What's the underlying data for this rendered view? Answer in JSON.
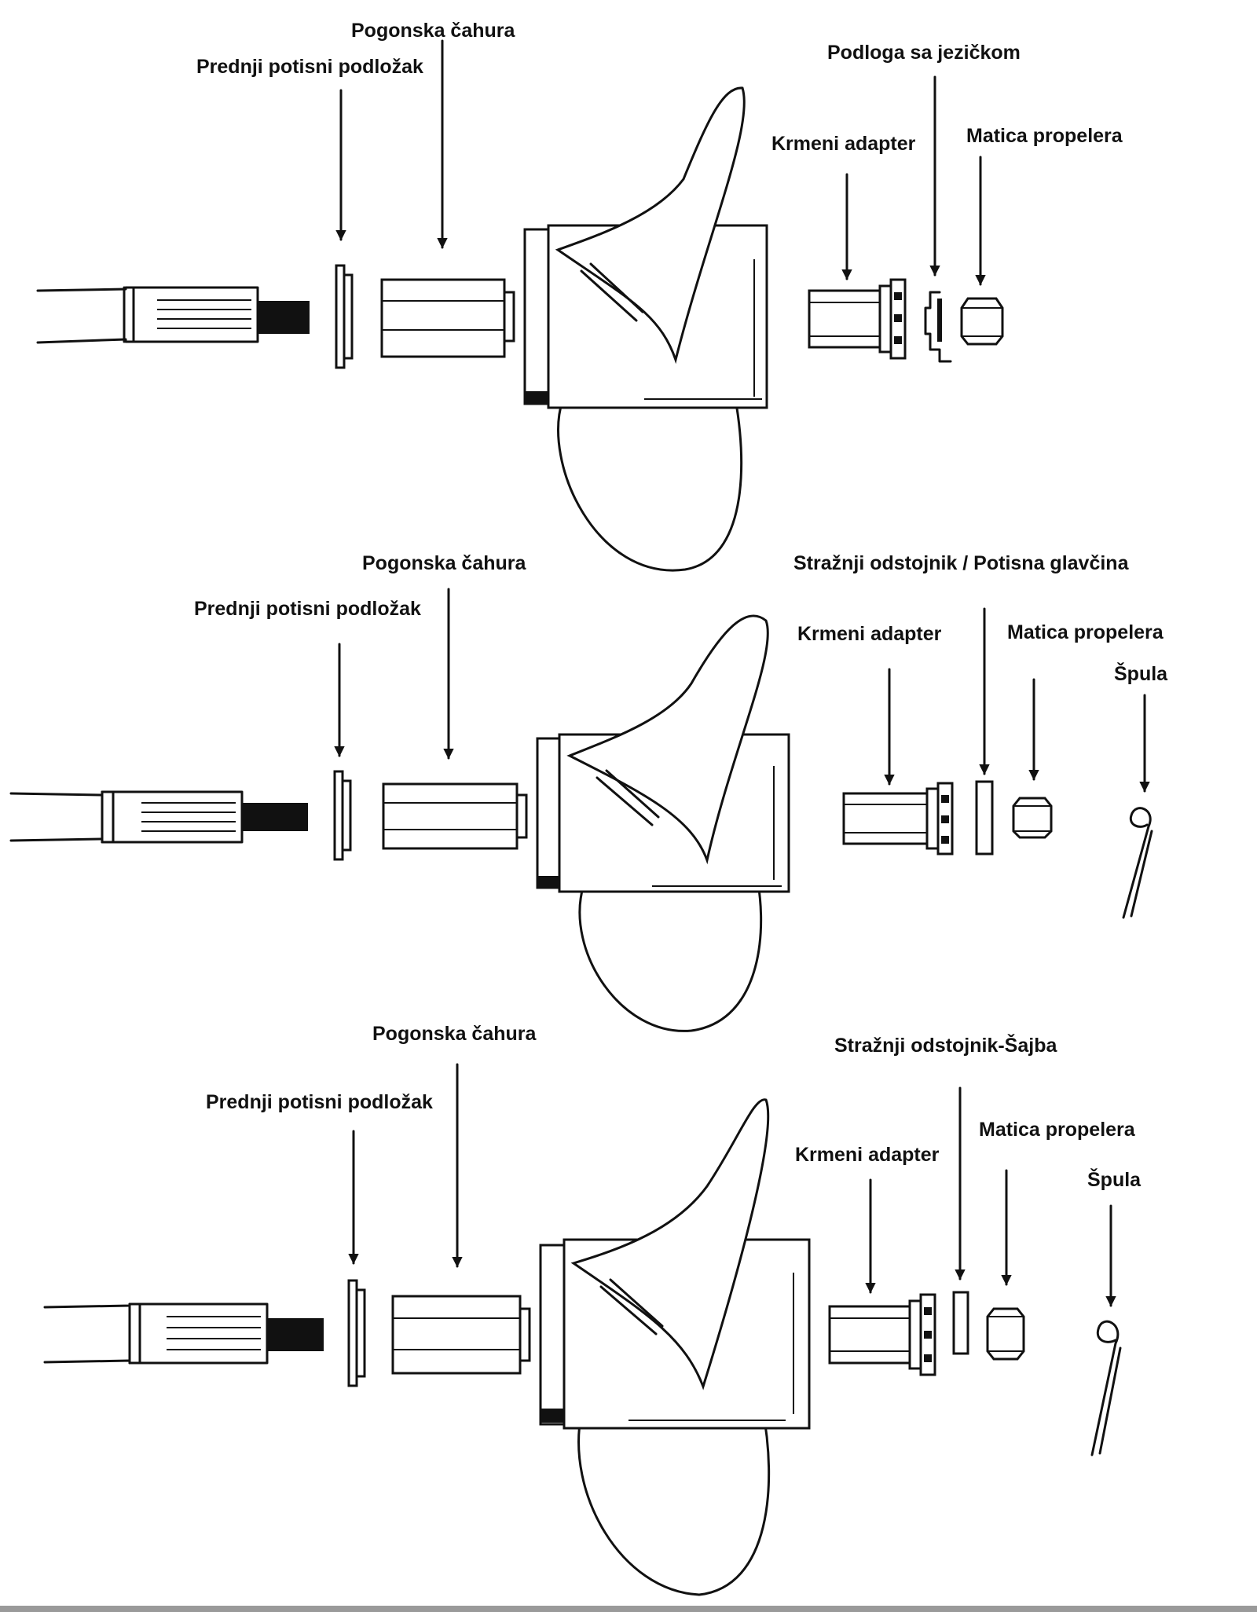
{
  "diagram": {
    "assemblies": [
      {
        "labels": {
          "drive_sleeve": "Pogonska čahura",
          "front_thrust_washer": "Prednji potisni podložak",
          "tab_washer": "Podloga sa jezičkom",
          "aft_adapter": "Krmeni adapter",
          "propeller_nut": "Matica propelera"
        }
      },
      {
        "labels": {
          "drive_sleeve": "Pogonska čahura",
          "front_thrust_washer": "Prednji potisni podložak",
          "rear_spacer": "Stražnji odstojnik / Potisna glavčina",
          "aft_adapter": "Krmeni adapter",
          "propeller_nut": "Matica propelera",
          "cotter_pin": "Špula"
        }
      },
      {
        "labels": {
          "drive_sleeve": "Pogonska čahura",
          "front_thrust_washer": "Prednji potisni podložak",
          "rear_spacer": "Stražnji odstojnik-Šajba",
          "aft_adapter": "Krmeni adapter",
          "propeller_nut": "Matica propelera",
          "cotter_pin": "Špula"
        }
      }
    ]
  }
}
